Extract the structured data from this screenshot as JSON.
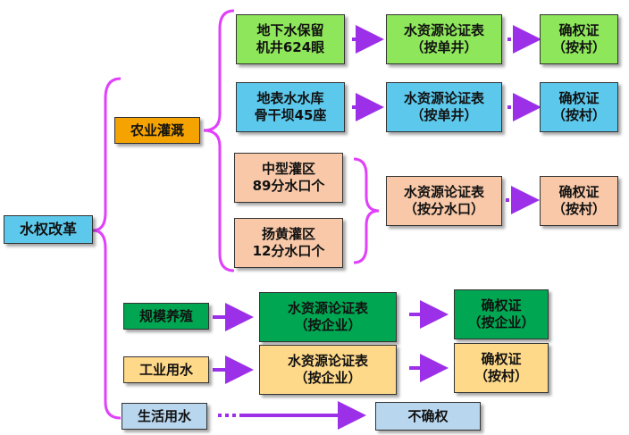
{
  "root": {
    "label": "水权改革"
  },
  "categories": {
    "agri": "农业灌溉",
    "aqua": "规模养殖",
    "industry": "工业用水",
    "domestic": "生活用水"
  },
  "agri_rows": {
    "row1": {
      "src": [
        "地下水保留",
        "机井624眼"
      ],
      "form": [
        "水资源论证表",
        "（按单井）"
      ],
      "cert": [
        "确权证",
        "（按村）"
      ]
    },
    "row2": {
      "src": [
        "地表水水库",
        "骨干坝45座"
      ],
      "form": [
        "水资源论证表",
        "（按单井）"
      ],
      "cert": [
        "确权证",
        "（按村）"
      ]
    },
    "row3a": {
      "src": [
        "中型灌区",
        "89分水口个"
      ]
    },
    "row3b": {
      "src": [
        "扬黄灌区",
        "12分水口个"
      ]
    },
    "row3": {
      "form": [
        "水资源论证表",
        "（按分水口）"
      ],
      "cert": [
        "确权证",
        "（按村）"
      ]
    }
  },
  "aqua_row": {
    "form": [
      "水资源论证表",
      "（按企业）"
    ],
    "cert": [
      "确权证",
      "（按企业）"
    ]
  },
  "industry_row": {
    "form": [
      "水资源论证表",
      "（按企业）"
    ],
    "cert": [
      "确权证",
      "（按村）"
    ]
  },
  "domestic_row": {
    "result": "不确权"
  },
  "colors": {
    "bracket": "#e040fb",
    "arrow": "#9b30e8"
  }
}
